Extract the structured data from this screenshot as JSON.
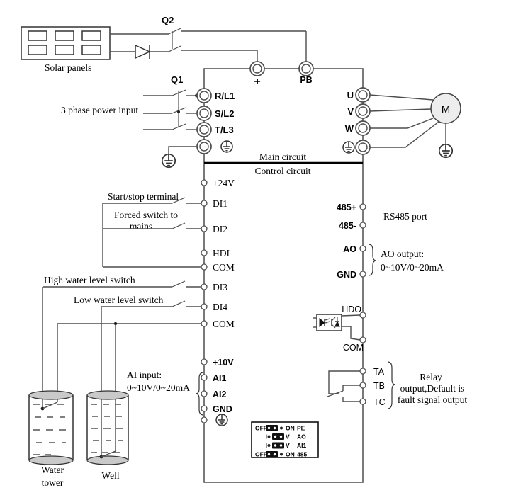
{
  "solar": {
    "label": "Solar panels"
  },
  "breakers": {
    "q2": "Q2",
    "q1": "Q1"
  },
  "power_input": {
    "label": "3 phase power input"
  },
  "inverter": {
    "main_circuit": "Main circuit",
    "control_circuit": "Control circuit",
    "top": {
      "plus": "+",
      "pb": "PB"
    },
    "inputs": [
      "R/L1",
      "S/L2",
      "T/L3"
    ],
    "outputs": [
      "U",
      "V",
      "W"
    ]
  },
  "motor": {
    "label": "M"
  },
  "control_left": {
    "terminals": [
      "+24V",
      "DI1",
      "DI2",
      "HDI",
      "COM",
      "DI3",
      "DI4",
      "COM",
      "+10V",
      "AI1",
      "AI2",
      "GND"
    ],
    "start_stop": "Start/stop terminal",
    "forced_switch_1": "Forced switch to",
    "forced_switch_2": "mains",
    "high_water": "High water level switch",
    "low_water": "Low water level switch",
    "ai_input_1": "AI input:",
    "ai_input_2": "0~10V/0~20mA"
  },
  "control_right": {
    "terminals": [
      "485+",
      "485-",
      "AO",
      "GND",
      "HDO",
      "COM",
      "TA",
      "TB",
      "TC"
    ],
    "rs485": "RS485 port",
    "ao_output_1": "AO output:",
    "ao_output_2": "0~10V/0~20mA",
    "relay_1": "Relay",
    "relay_2": "output,Default is",
    "relay_3": "fault signal output"
  },
  "tanks": {
    "water_tower_1": "Water",
    "water_tower_2": "tower",
    "well": "Well"
  },
  "dip_switch": {
    "rows": [
      {
        "left": "OFF",
        "mid": "ON",
        "right": "PE",
        "jumper": "left"
      },
      {
        "left": "I",
        "mid": "V",
        "right": "AO",
        "jumper": "right"
      },
      {
        "left": "I",
        "mid": "V",
        "right": "AI1",
        "jumper": "right"
      },
      {
        "left": "OFF",
        "mid": "ON",
        "right": "485",
        "jumper": "left"
      }
    ]
  }
}
